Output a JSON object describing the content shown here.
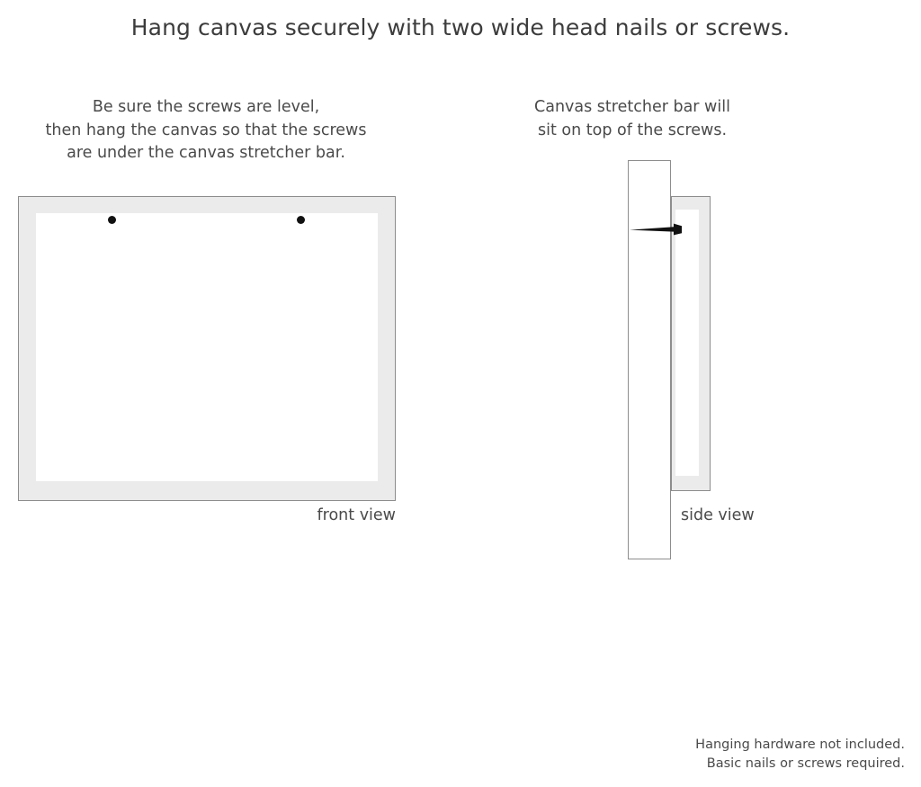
{
  "headline": "Hang canvas securely with two wide head nails or screws.",
  "captions": {
    "left": {
      "lines": [
        "Be sure the screws are level,",
        "then hang the canvas so that the screws",
        "are under the canvas stretcher bar."
      ]
    },
    "right": {
      "lines": [
        "Canvas stretcher bar will",
        "sit on top of the screws."
      ]
    }
  },
  "diagrams": {
    "front": {
      "label": "front view",
      "screw_count": 2,
      "screw_marks": [
        "screw-dot-left",
        "screw-dot-right"
      ]
    },
    "side": {
      "label": "side view",
      "parts": [
        "wall",
        "canvas-stretcher-bar",
        "screw"
      ]
    }
  },
  "footer": {
    "lines": [
      "Hanging hardware not included.",
      "Basic nails or screws required."
    ]
  },
  "colors": {
    "text": "#3c3c3c",
    "frame_fill": "#ebebeb",
    "frame_border": "#8d8d8d",
    "canvas_face": "#ffffff",
    "screw": "#111111",
    "background": "#ffffff"
  }
}
